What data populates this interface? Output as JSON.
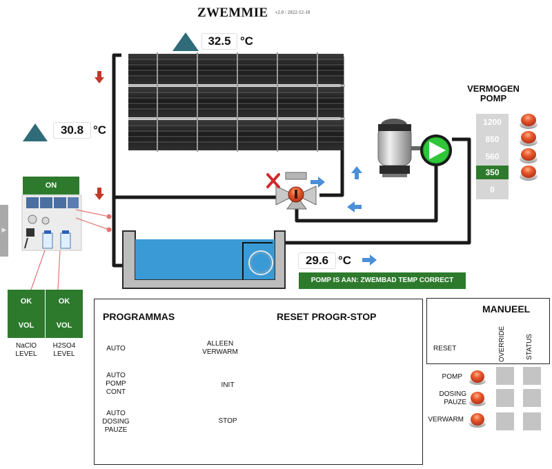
{
  "header": {
    "title": "ZWEMMIE",
    "version": "v2.0 / 2022-12-18"
  },
  "temperatures": {
    "collector": "32.5",
    "return": "30.8",
    "pool": "29.6",
    "unit": "°C"
  },
  "pump_power": {
    "title_line1": "VERMOGEN",
    "title_line2": "POMP",
    "levels": [
      "1200",
      "850",
      "560",
      "350",
      "0"
    ],
    "selected": "350"
  },
  "dosing": {
    "state": "ON",
    "naclo": {
      "status": "OK",
      "fill": "VOL",
      "label_line1": "NaClO",
      "label_line2": "LEVEL"
    },
    "h2so4": {
      "status": "OK",
      "fill": "VOL",
      "label_line1": "H2SO4",
      "label_line2": "LEVEL"
    }
  },
  "status_message": "POMP IS AAN: ZWEMBAD TEMP CORRECT",
  "programmas": {
    "title": "PROGRAMMAS",
    "reset_label": "RESET PROGR-STOP",
    "items": {
      "auto": {
        "line1": "AUTO",
        "line2": "",
        "line3": ""
      },
      "auto_pomp_cont": {
        "line1": "AUTO",
        "line2": "POMP",
        "line3": "CONT"
      },
      "auto_dosing_pauze": {
        "line1": "AUTO",
        "line2": "DOSING",
        "line3": "PAUZE"
      },
      "alleen_verwarm": {
        "line1": "ALLEEN",
        "line2": "VERWARM"
      },
      "init": {
        "line1": "INIT"
      },
      "stop": {
        "line1": "STOP"
      }
    }
  },
  "manueel": {
    "title": "MANUEEL",
    "reset_label": "RESET",
    "col_override": "OVERRIDE",
    "col_status": "STATUS",
    "rows": {
      "pomp": {
        "line1": "POMP",
        "line2": ""
      },
      "dosing_pauze": {
        "line1": "DOSING",
        "line2": "PAUZE"
      },
      "verwarm": {
        "line1": "VERWARM",
        "line2": ""
      }
    }
  },
  "colors": {
    "accent_green": "#2d7a2d",
    "button_red": "#e2522a",
    "water_blue": "#3a9ad6",
    "arrow_blue": "#4a8fd8",
    "triangle_teal": "#2f6b78",
    "stop_hand_red": "#c81e1e",
    "activity_green": "#5ee05e",
    "idle_grey": "#c4c4c4"
  },
  "icons": [
    "thermometer-triangle-icon",
    "flow-down-arrow-icon",
    "flow-right-arrow-icon",
    "flow-up-arrow-icon",
    "flow-left-arrow-icon",
    "close-x-icon",
    "three-way-valve-icon",
    "sand-filter-icon",
    "pump-icon",
    "solar-collector-icon",
    "dosing-unit-icon",
    "reset-icon",
    "stop-hand-icon",
    "activity-spinner-icon"
  ]
}
